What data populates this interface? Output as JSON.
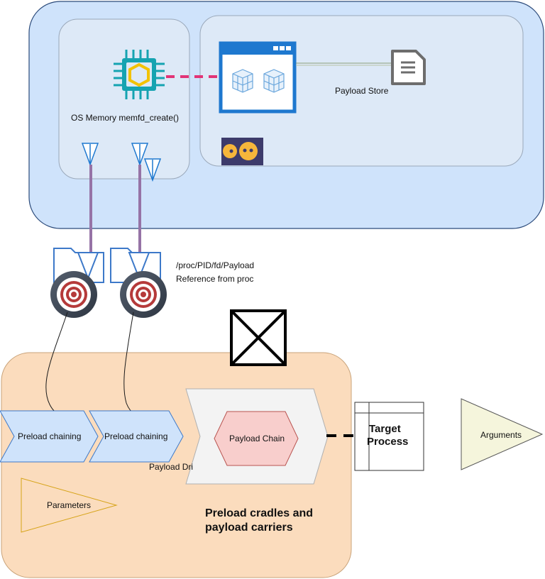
{
  "memory_box": {
    "label": "OS Memory memfd_create()"
  },
  "store": {
    "label": "Payload Store"
  },
  "proc_ref": {
    "path": "/proc/PID/fd/Payload",
    "desc": "Reference from proc"
  },
  "chain": {
    "step1": "Preload chaining",
    "step2": "Preload chaining",
    "payload_chain": "Payload Chain",
    "payload_driver": "Payload Dri",
    "parameters": "Parameters",
    "caption_line1": "Preload cradles and",
    "caption_line2": "payload carriers"
  },
  "target": {
    "line1": "Target",
    "line2": "Process"
  },
  "arguments": {
    "label": "Arguments"
  },
  "colors": {
    "outer_blue": "#cfe3fb",
    "outer_blue_border": "#2b4a7a",
    "orange_bg": "#fbdcbd",
    "chevron_blue": "#cfe3fb",
    "hex_pink": "#f8cecc",
    "edge_purple": "#9673a6",
    "dash_pink": "#e23476",
    "icon_teal": "#15a3b1",
    "icon_yellow": "#f2c200",
    "folder_blue": "#3d79c9",
    "target_red": "#b53a3a",
    "target_ring": "#3c4756"
  },
  "icons": [
    "chip-icon",
    "browser-window-icon",
    "document-icon",
    "face-icon",
    "folder-icon",
    "target-icon",
    "crossed-box-icon",
    "arrowhead-icon"
  ]
}
